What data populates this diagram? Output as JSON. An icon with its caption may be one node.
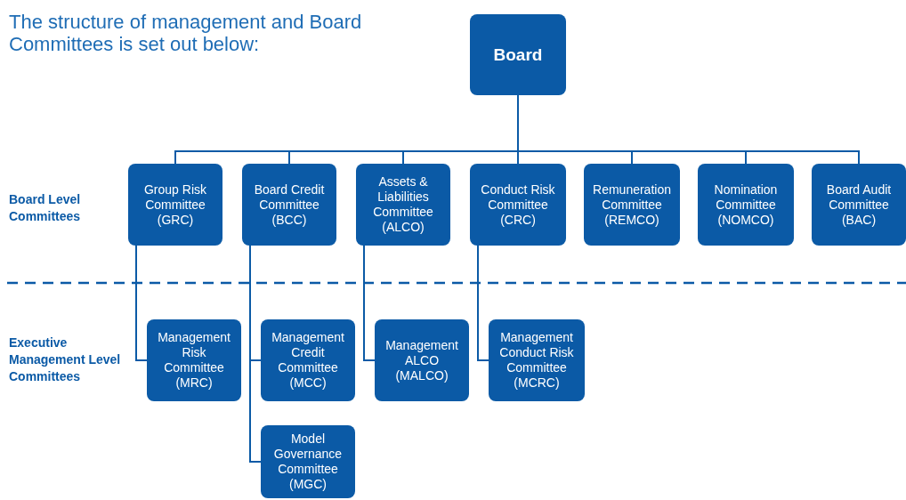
{
  "diagram": {
    "title": "The structure of management and Board Committees is set out below:",
    "nodes": [
      {
        "text": [
          "Board"
        ]
      },
      {
        "text": [
          "Group Risk Committee (GRC)"
        ]
      },
      {
        "text": [
          "Board Credit Committee (BCC)"
        ]
      },
      {
        "text": [
          "Assets & Liabilities Committee (ALCO)"
        ]
      },
      {
        "text": [
          "Conduct Risk Committee (CRC)"
        ]
      },
      {
        "text": [
          "Remuneration Committee (REMCO)"
        ]
      },
      {
        "text": [
          "Nomination Committee (NOMCO)"
        ]
      },
      {
        "text": [
          "Board Audit Committee (BAC)"
        ]
      },
      {
        "text": [
          "Management Risk Committee (MRC)"
        ]
      },
      {
        "text": [
          "Management Credit Committee (MCC)"
        ]
      },
      {
        "text": [
          "Management ALCO (MALCO)"
        ]
      },
      {
        "text": [
          "Management Conduct Risk Committee (MCRC)"
        ]
      },
      {
        "text": [
          "Model Governance Committee (MGC)"
        ]
      }
    ],
    "edges": [
      {
        "from": 0,
        "to": 1,
        "arrow": "none"
      },
      {
        "from": 0,
        "to": 2,
        "arrow": "none"
      },
      {
        "from": 0,
        "to": 3,
        "arrow": "none"
      },
      {
        "from": 0,
        "to": 4,
        "arrow": "none"
      },
      {
        "from": 0,
        "to": 5,
        "arrow": "none"
      },
      {
        "from": 0,
        "to": 6,
        "arrow": "none"
      },
      {
        "from": 0,
        "to": 7,
        "arrow": "none"
      },
      {
        "from": 1,
        "to": 8,
        "arrow": "none"
      },
      {
        "from": 2,
        "to": 9,
        "arrow": "none"
      },
      {
        "from": 2,
        "to": 12,
        "arrow": "none"
      },
      {
        "from": 3,
        "to": 10,
        "arrow": "none"
      },
      {
        "from": 4,
        "to": 11,
        "arrow": "none"
      }
    ],
    "labels": [
      "Board Level Committees",
      "Executive Management Level Committees"
    ]
  }
}
